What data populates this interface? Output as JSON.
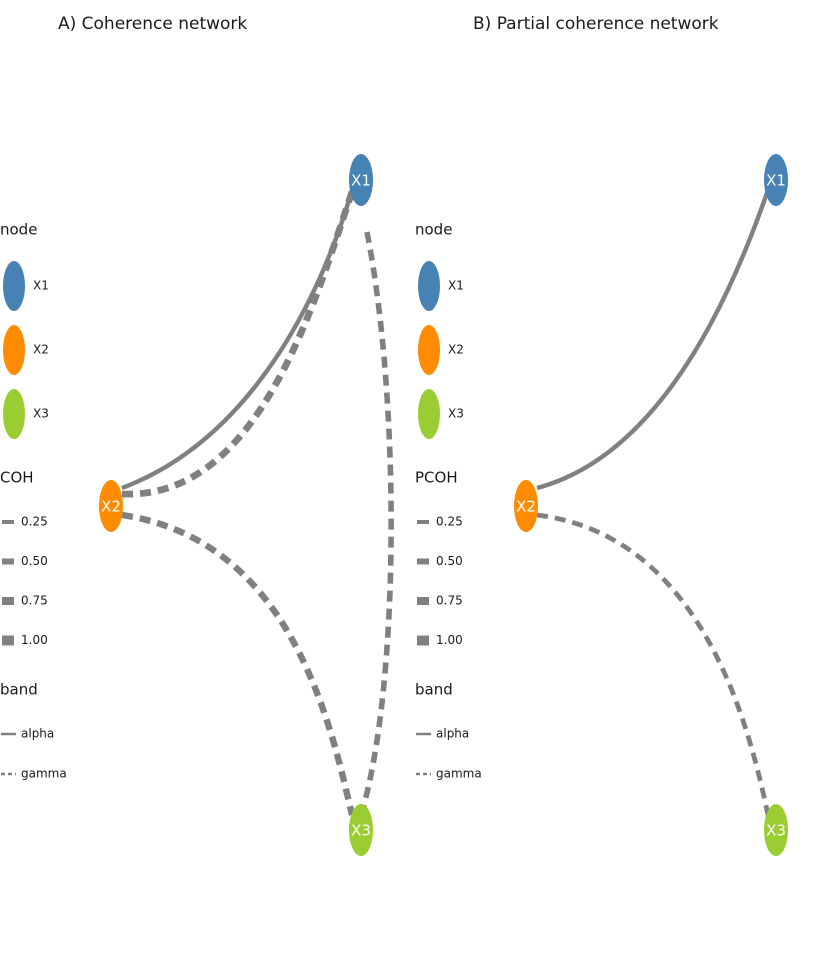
{
  "panels": [
    {
      "title": "A) Coherence network",
      "legend": {
        "node_title": "node",
        "nodes": [
          {
            "label": "X1",
            "color": "#4682b4"
          },
          {
            "label": "X2",
            "color": "#ff8c00"
          },
          {
            "label": "X3",
            "color": "#9acd32"
          }
        ],
        "width_title": "COH",
        "widths": [
          {
            "label": "0.25",
            "value": 0.25
          },
          {
            "label": "0.50",
            "value": 0.5
          },
          {
            "label": "0.75",
            "value": 0.75
          },
          {
            "label": "1.00",
            "value": 1.0
          }
        ],
        "band_title": "band",
        "bands": [
          {
            "label": "alpha",
            "style": "solid"
          },
          {
            "label": "gamma",
            "style": "dashed"
          }
        ]
      },
      "nodes": [
        {
          "label": "X1",
          "color": "#4682b4"
        },
        {
          "label": "X2",
          "color": "#ff8c00"
        },
        {
          "label": "X3",
          "color": "#9acd32"
        }
      ],
      "edges": [
        {
          "from": "X2",
          "to": "X1",
          "band": "alpha",
          "value": 0.3
        },
        {
          "from": "X2",
          "to": "X1",
          "band": "gamma",
          "value": 0.6
        },
        {
          "from": "X2",
          "to": "X3",
          "band": "gamma",
          "value": 0.55
        },
        {
          "from": "X3",
          "to": "X1",
          "band": "gamma",
          "value": 0.45
        }
      ]
    },
    {
      "title": "B) Partial coherence network",
      "legend": {
        "node_title": "node",
        "nodes": [
          {
            "label": "X1",
            "color": "#4682b4"
          },
          {
            "label": "X2",
            "color": "#ff8c00"
          },
          {
            "label": "X3",
            "color": "#9acd32"
          }
        ],
        "width_title": "PCOH",
        "widths": [
          {
            "label": "0.25",
            "value": 0.25
          },
          {
            "label": "0.50",
            "value": 0.5
          },
          {
            "label": "0.75",
            "value": 0.75
          },
          {
            "label": "1.00",
            "value": 1.0
          }
        ],
        "band_title": "band",
        "bands": [
          {
            "label": "alpha",
            "style": "solid"
          },
          {
            "label": "gamma",
            "style": "dashed"
          }
        ]
      },
      "nodes": [
        {
          "label": "X1",
          "color": "#4682b4"
        },
        {
          "label": "X2",
          "color": "#ff8c00"
        },
        {
          "label": "X3",
          "color": "#9acd32"
        }
      ],
      "edges": [
        {
          "from": "X2",
          "to": "X1",
          "band": "alpha",
          "value": 0.3
        },
        {
          "from": "X2",
          "to": "X3",
          "band": "gamma",
          "value": 0.35
        }
      ]
    }
  ],
  "colors": {
    "edge": "#808080",
    "node_text": "#ffffff",
    "text": "#1a1a1a"
  }
}
